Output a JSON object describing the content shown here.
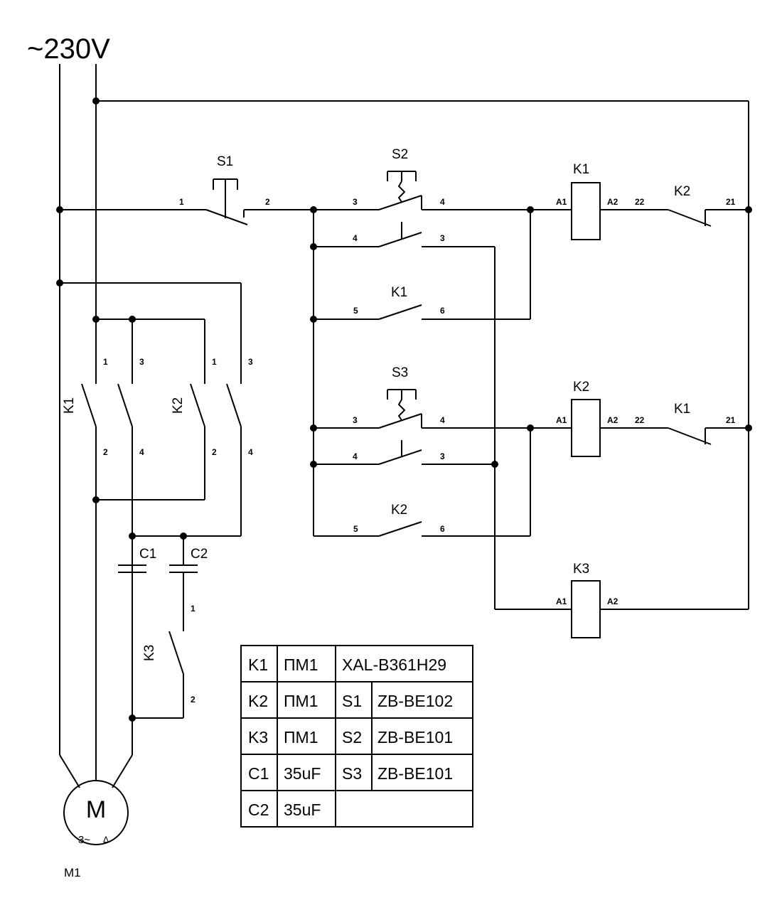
{
  "supply": {
    "voltage_label": "~230V"
  },
  "motor": {
    "symbol": "M",
    "phase_label": "3~",
    "connection_symbol": "Δ",
    "designator": "M1"
  },
  "power_contacts": {
    "K1": {
      "label": "K1",
      "pins": [
        "1",
        "3",
        "2",
        "4"
      ]
    },
    "K2": {
      "label": "K2",
      "pins": [
        "1",
        "3",
        "2",
        "4"
      ]
    }
  },
  "capacitors": {
    "C1": "C1",
    "C2": "C2"
  },
  "k3_contact": {
    "label": "K3",
    "pins": [
      "1",
      "2"
    ]
  },
  "control": {
    "S1": {
      "label": "S1",
      "pins": [
        "1",
        "2"
      ]
    },
    "S2": {
      "label": "S2",
      "pins": [
        "3",
        "4",
        "4",
        "3"
      ]
    },
    "S3": {
      "label": "S3",
      "pins": [
        "3",
        "4",
        "4",
        "3"
      ]
    },
    "K1_aux": {
      "label": "K1",
      "pins": [
        "5",
        "6"
      ]
    },
    "K2_aux": {
      "label": "K2",
      "pins": [
        "5",
        "6"
      ]
    },
    "K1_coil": {
      "label": "K1",
      "pins": [
        "A1",
        "A2"
      ]
    },
    "K2_coil": {
      "label": "K2",
      "pins": [
        "A1",
        "A2"
      ]
    },
    "K3_coil": {
      "label": "K3",
      "pins": [
        "A1",
        "A2"
      ]
    },
    "K2_interlock": {
      "label": "K2",
      "pins": [
        "22",
        "21"
      ]
    },
    "K1_interlock": {
      "label": "K1",
      "pins": [
        "22",
        "21"
      ]
    }
  },
  "bom": {
    "rows": [
      [
        "K1",
        "ПМ1",
        "XAL-B361H29",
        ""
      ],
      [
        "K2",
        "ПМ1",
        "S1",
        "ZB-BE102"
      ],
      [
        "K3",
        "ПМ1",
        "S2",
        "ZB-BE101"
      ],
      [
        "C1",
        "35uF",
        "S3",
        "ZB-BE101"
      ],
      [
        "C2",
        "35uF",
        "",
        ""
      ]
    ]
  }
}
